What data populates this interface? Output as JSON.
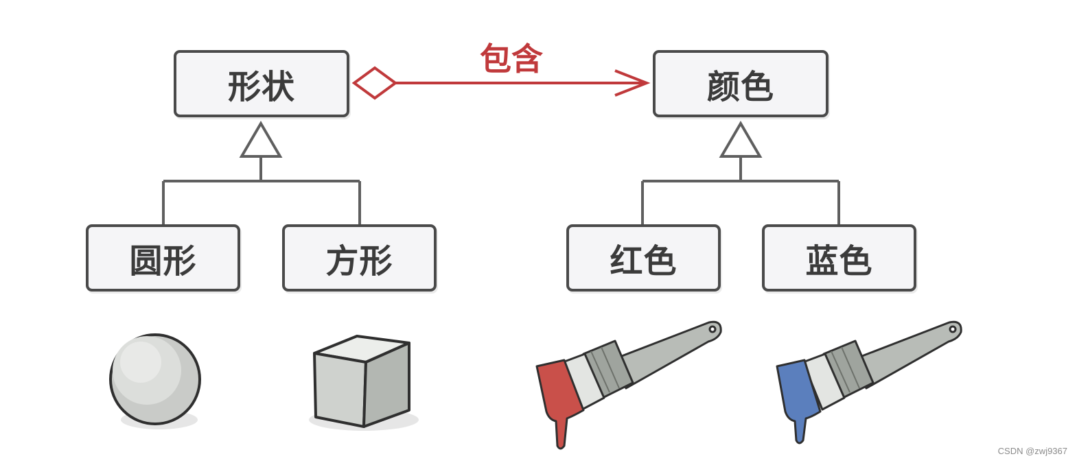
{
  "diagram": {
    "relation_label": "包含",
    "left_hierarchy": {
      "parent": "形状",
      "children": [
        "圆形",
        "方形"
      ]
    },
    "right_hierarchy": {
      "parent": "颜色",
      "children": [
        "红色",
        "蓝色"
      ]
    }
  },
  "colors": {
    "relation": "#c0393b",
    "box_border": "#4a4a4a",
    "connector": "#5a5a5a",
    "paint_red": "#c9504a",
    "paint_blue": "#5b7fbd"
  },
  "watermark": "CSDN @zwj9367"
}
